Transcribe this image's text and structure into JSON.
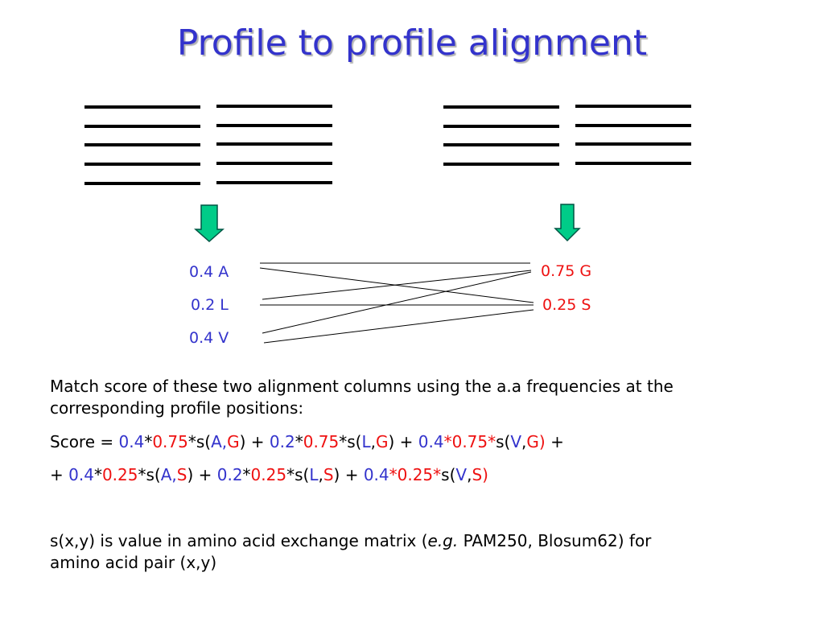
{
  "slide": {
    "title": "Profile to profile alignment"
  },
  "colors": {
    "blue": "#3333cc",
    "red": "#ee1111",
    "arrow_fill": "#00cc88",
    "alignment_lines": "#000000"
  },
  "left_profile": {
    "frequencies": [
      {
        "value": "0.4",
        "residue": "A"
      },
      {
        "value": "0.2",
        "residue": "L"
      },
      {
        "value": "0.4",
        "residue": "V"
      }
    ]
  },
  "right_profile": {
    "frequencies": [
      {
        "value": "0.75",
        "residue": "G"
      },
      {
        "value": "0.25",
        "residue": "S"
      }
    ]
  },
  "text": {
    "intro_line1": "Match score of these two alignment columns using the a.a frequencies at the",
    "intro_line2": "corresponding profile positions:",
    "score_line1": [
      {
        "t": "Score = ",
        "c": "black"
      },
      {
        "t": "0.4",
        "c": "blue"
      },
      {
        "t": "*",
        "c": "black"
      },
      {
        "t": "0.75",
        "c": "red"
      },
      {
        "t": "*s(",
        "c": "black"
      },
      {
        "t": "A",
        "c": "blue"
      },
      {
        "t": ",",
        "c": "blue"
      },
      {
        "t": "G",
        "c": "red"
      },
      {
        "t": ") + ",
        "c": "black"
      },
      {
        "t": "0.2",
        "c": "blue"
      },
      {
        "t": "*",
        "c": "black"
      },
      {
        "t": "0.75",
        "c": "red"
      },
      {
        "t": "*s(",
        "c": "black"
      },
      {
        "t": "L",
        "c": "blue"
      },
      {
        "t": ",",
        "c": "black"
      },
      {
        "t": "G",
        "c": "red"
      },
      {
        "t": ") + ",
        "c": "black"
      },
      {
        "t": "0.4",
        "c": "blue"
      },
      {
        "t": "*0.75*",
        "c": "red"
      },
      {
        "t": "s(",
        "c": "black"
      },
      {
        "t": "V",
        "c": "blue"
      },
      {
        "t": ",",
        "c": "black"
      },
      {
        "t": "G)",
        "c": "red"
      },
      {
        "t": " +",
        "c": "black"
      }
    ],
    "score_line2": [
      {
        "t": "+ ",
        "c": "black"
      },
      {
        "t": "0.4",
        "c": "blue"
      },
      {
        "t": "*",
        "c": "black"
      },
      {
        "t": "0.25",
        "c": "red"
      },
      {
        "t": "*s(",
        "c": "black"
      },
      {
        "t": "A",
        "c": "blue"
      },
      {
        "t": ",",
        "c": "blue"
      },
      {
        "t": "S",
        "c": "red"
      },
      {
        "t": ") + ",
        "c": "black"
      },
      {
        "t": "0.2",
        "c": "blue"
      },
      {
        "t": "*",
        "c": "black"
      },
      {
        "t": "0.25",
        "c": "red"
      },
      {
        "t": "*s(",
        "c": "black"
      },
      {
        "t": "L",
        "c": "blue"
      },
      {
        "t": ",",
        "c": "black"
      },
      {
        "t": "S",
        "c": "red"
      },
      {
        "t": ") + ",
        "c": "black"
      },
      {
        "t": "0.4",
        "c": "blue"
      },
      {
        "t": "*0.25*",
        "c": "red"
      },
      {
        "t": "s(",
        "c": "black"
      },
      {
        "t": "V",
        "c": "blue"
      },
      {
        "t": ",",
        "c": "black"
      },
      {
        "t": "S)",
        "c": "red"
      }
    ],
    "note_part1": "s(x,y) is value in amino acid exchange matrix (",
    "note_italic": "e.g.",
    "note_part2": " PAM250, Blosum62) for",
    "note_line2": "amino acid pair (x,y)"
  }
}
